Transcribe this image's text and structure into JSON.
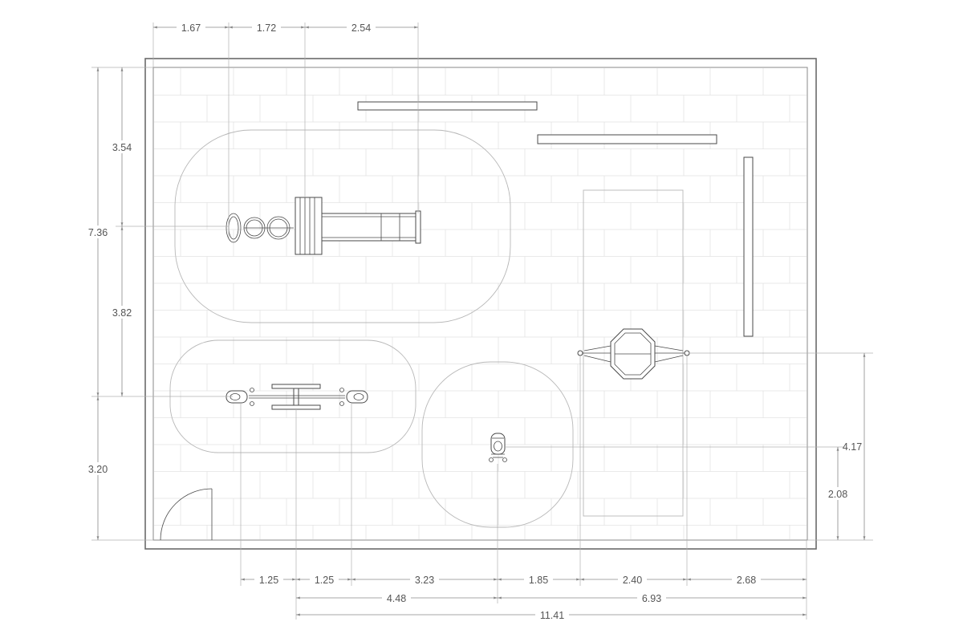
{
  "dimensions": {
    "top": [
      "1.67",
      "1.72",
      "2.54"
    ],
    "left_outer": [
      "7.36",
      "3.20"
    ],
    "left_inner": [
      "3.54",
      "3.82"
    ],
    "bottom_row1": [
      "1.25",
      "1.25",
      "3.23",
      "1.85",
      "2.40",
      "2.68"
    ],
    "bottom_row2": [
      "4.48",
      "6.93"
    ],
    "bottom_row3": [
      "11.41"
    ],
    "right": [
      "4.17",
      "2.08"
    ]
  },
  "colors": {
    "background": "#ffffff",
    "lines": "#4a4a4a",
    "dimension_lines": "#8a8a8a",
    "paving": "#e3e3e3"
  },
  "icons": {
    "play_structure": "ring-tower-slide",
    "seesaw": "seesaw",
    "spring_rider": "spring-rider",
    "swing": "octagon-swing",
    "door": "door-swing-arc"
  }
}
